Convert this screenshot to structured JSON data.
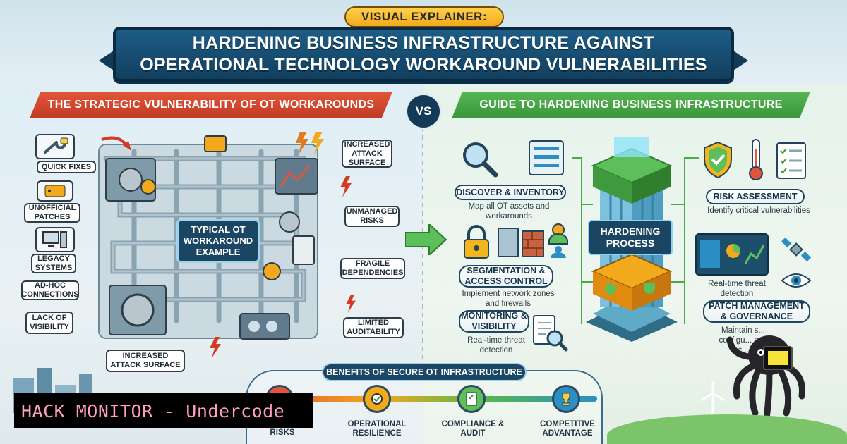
{
  "header": {
    "kicker": "VISUAL EXPLAINER:",
    "title_line1": "HARDENING BUSINESS  INFRASTRUCTURE AGAINST",
    "title_line2": "OPERATIONAL TECHNOLOGY WORKAROUND VULNERABILITIES"
  },
  "left_section": {
    "ribbon": "THE STRATEGIC VULNERABILITY OF OT WORKAROUNDS",
    "maze_label": "TYPICAL OT WORKAROUND EXAMPLE",
    "left_callouts": [
      "QUICK FIXES",
      "UNOFFICIAL PATCHES",
      "LEGACY SYSTEMS",
      "AD-HOC CONNECTIONS",
      "LACK OF VISIBILITY"
    ],
    "right_callouts": [
      "INCREASED ATTACK SURFACE",
      "UNMANAGED RISKS",
      "FRAGILE DEPENDENCIES",
      "LIMITED AUDITABILITY"
    ],
    "bottom_callout": "INCREASED ATTACK SURFACE"
  },
  "vs": "VS",
  "right_section": {
    "ribbon": "GUIDE TO HARDENING BUSINESS INFRASTRUCTURE",
    "process_label": "HARDENING PROCESS",
    "steps_left": [
      {
        "title": "DISCOVER & INVENTORY",
        "desc": "Map all OT assets and workarounds"
      },
      {
        "title": "SEGMENTATION & ACCESS CONTROL",
        "desc": "Implement network zones and firewalls"
      },
      {
        "title": "MONITORING & VISIBILITY",
        "desc": "Real-time threat detection"
      }
    ],
    "steps_right": [
      {
        "title": "RISK ASSESSMENT",
        "desc": "Identify critical vulnerabilities"
      },
      {
        "title": "",
        "desc": "Real-time threat detection"
      },
      {
        "title": "PATCH MANAGEMENT & GOVERNANCE",
        "desc": "Maintain s... configu... and c..."
      }
    ]
  },
  "benefits": {
    "title": "BENEFITS OF SECURE OT INFRASTRUCTURE",
    "items": [
      "RISKS",
      "OPERATIONAL RESILIENCE",
      "COMPLIANCE & AUDIT",
      "COMPETITIVE ADVANTAGE"
    ]
  },
  "watermark": "HACK MONITOR - Undercode",
  "colors": {
    "title_bg": "#123f5e",
    "red_ribbon": "#c23a24",
    "green_ribbon": "#3a963a",
    "gold": "#f2a91c",
    "watermark_text": "#ff9ec2"
  }
}
